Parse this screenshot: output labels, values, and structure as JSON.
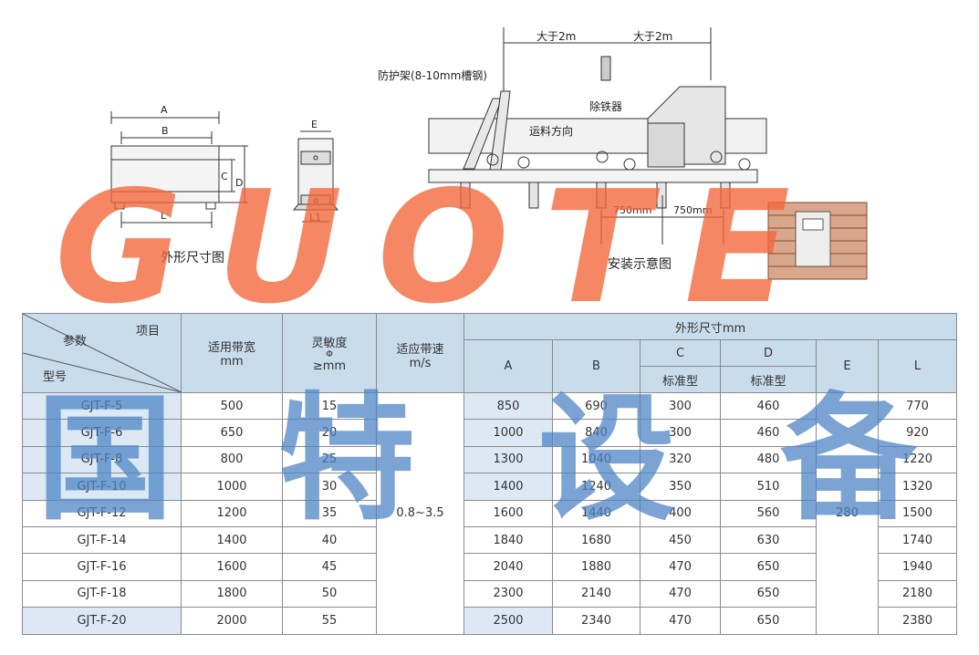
{
  "diagram": {
    "dim_labels": {
      "a": "A",
      "b": "B",
      "c": "C",
      "d": "D",
      "l": "L",
      "e": "E",
      "l1": "L1"
    },
    "outline_title": "外形尺寸图",
    "install_title": "安装示意图",
    "guard_label": "防护架(8-10mm槽钢)",
    "distance_left": "大于2m",
    "distance_right": "大于2m",
    "separator_label": "除铁器",
    "direction_label": "运料方向",
    "spacing_left": "750mm",
    "spacing_right": "750mm"
  },
  "watermark": {
    "letters": "GUOTE",
    "chinese": [
      "国",
      "特",
      "设",
      "备"
    ]
  },
  "table": {
    "corner_item": "项目",
    "corner_param": "参数",
    "corner_model": "型号",
    "h_beltwidth": "适用带宽",
    "h_beltwidth_unit": "mm",
    "h_sensitivity": "灵敏度",
    "h_sensitivity_sym": "Φ",
    "h_sensitivity_unit": "≥mm",
    "h_speed": "适应带速",
    "h_speed_unit": "m/s",
    "h_outline": "外形尺寸mm",
    "h_a": "A",
    "h_b": "B",
    "h_c": "C",
    "h_d": "D",
    "h_c_sub": "标准型",
    "h_d_sub": "标准型",
    "h_e": "E",
    "h_l": "L",
    "speed_value": "0.8~3.5",
    "e_value": "280",
    "rows": [
      [
        "GJT-F-5",
        "500",
        "15",
        "850",
        "690",
        "300",
        "460",
        "770"
      ],
      [
        "GJT-F-6",
        "650",
        "20",
        "1000",
        "840",
        "300",
        "460",
        "920"
      ],
      [
        "GJT-F-8",
        "800",
        "25",
        "1300",
        "1040",
        "320",
        "480",
        "1220"
      ],
      [
        "GJT-F-10",
        "1000",
        "30",
        "1400",
        "1240",
        "350",
        "510",
        "1320"
      ],
      [
        "GJT-F-12",
        "1200",
        "35",
        "1600",
        "1440",
        "400",
        "560",
        "1500"
      ],
      [
        "GJT-F-14",
        "1400",
        "40",
        "1840",
        "1680",
        "450",
        "630",
        "1740"
      ],
      [
        "GJT-F-16",
        "1600",
        "45",
        "2040",
        "1880",
        "470",
        "650",
        "1940"
      ],
      [
        "GJT-F-18",
        "1800",
        "50",
        "2300",
        "2140",
        "470",
        "650",
        "2180"
      ],
      [
        "GJT-F-20",
        "2000",
        "55",
        "2500",
        "2340",
        "470",
        "650",
        "2380"
      ]
    ]
  }
}
